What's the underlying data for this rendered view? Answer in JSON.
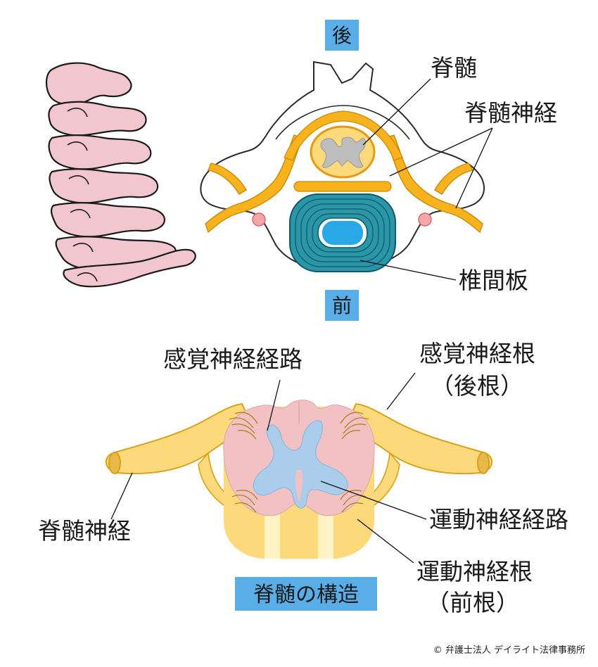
{
  "orientation": {
    "posterior": "後",
    "anterior": "前"
  },
  "top_labels": {
    "spinal_cord": "脊髄",
    "spinal_nerve": "脊髄神経",
    "disc": "椎間板"
  },
  "bottom_labels": {
    "sensory_pathway": "感覚神経経路",
    "sensory_root_line1": "感覚神経根",
    "sensory_root_line2": "（後根）",
    "spinal_nerve": "脊髄神経",
    "motor_pathway": "運動神経経路",
    "motor_root_line1": "運動神経根",
    "motor_root_line2": "（前根）"
  },
  "caption": "脊髄の構造",
  "copyright": "© 弁護士法人 デイライト法律事務所",
  "colors": {
    "label_box": "#5aaee8",
    "bone": "#f2c6cf",
    "nerve": "#f8b21c",
    "nerve_light": "#fcd97a",
    "gray_matter": "#bdbdbd",
    "disc_ring": "#2a97a8",
    "nucleus": "#2aa8e6",
    "white_matter": "#f1c1c4",
    "gray_matter_section": "#a9cdea"
  }
}
